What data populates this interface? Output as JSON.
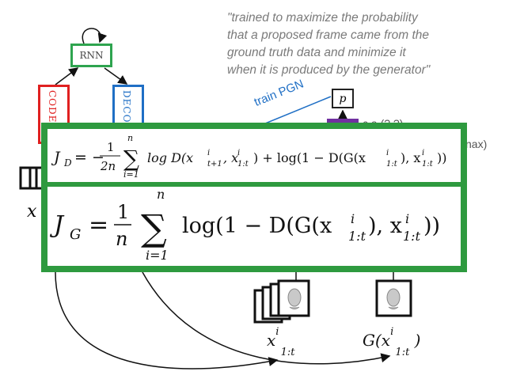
{
  "quote": "\"trained to maximize the probability\nthat a proposed frame came from the\nground truth data and minimize it\nwhen it is produced by the generator\"",
  "rnn_label": "RNN",
  "encoder_label": "CODER",
  "decoder_label": "DECOD",
  "p_label": "p",
  "train_label": "train PGN",
  "right_frag_1": "c,a (?,?)",
  "right_frag_2": "nax)",
  "x_left": "x",
  "real_frames_label": {
    "base": "x",
    "sup": "i",
    "sub": "1:t"
  },
  "generated_label": {
    "func": "G(",
    "base": "x",
    "sup": "i",
    "sub": "1:t",
    "close": ")"
  },
  "equations": {
    "jd": {
      "lhs": "J",
      "lhs_sub": "D",
      "eq": "= −",
      "frac_num": "1",
      "frac_den": "2n",
      "sum_top": "n",
      "sum_bot": "i=1",
      "body": "log D(x",
      "body_sup1": "i",
      "body_sub1": "t+1",
      "body2": ", x",
      "body_sup2": "i",
      "body_sub2": "1:t",
      "body3": ") + log(1 − D(G(x",
      "body_sup3": "i",
      "body_sub3": "1:t",
      "body4": "), x",
      "body_sup4": "i",
      "body_sub4": "1:t",
      "body5": "))"
    },
    "jg": {
      "lhs": "J",
      "lhs_sub": "G",
      "eq": "=",
      "frac_num": "1",
      "frac_den": "n",
      "sum_top": "n",
      "sum_bot": "i=1",
      "body": "log(1 − D(G(x",
      "body_sup1": "i",
      "body_sub1": "1:t",
      "body2": "), x",
      "body_sup2": "i",
      "body_sub2": "1:t",
      "body3": "))"
    }
  },
  "colors": {
    "green": "#2e9a3f",
    "red": "#e02020",
    "blue": "#1f6fc5",
    "purple": "#7030a0",
    "quote_gray": "#7a7a7a"
  }
}
